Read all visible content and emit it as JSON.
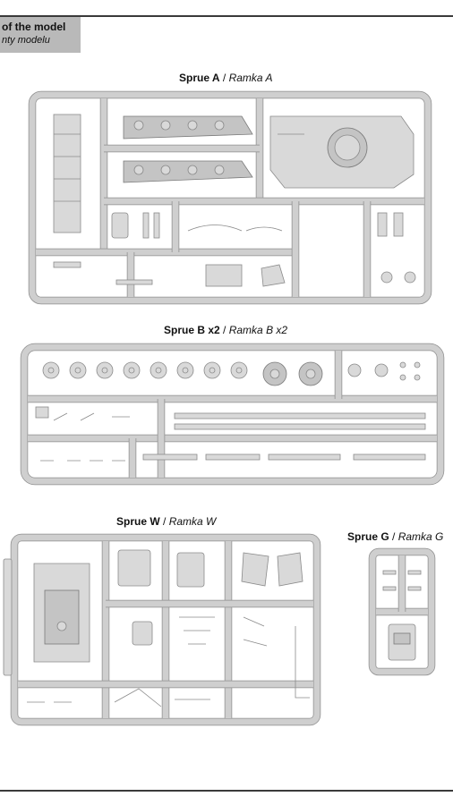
{
  "header": {
    "title": "of the model",
    "subtitle": "nty modelu"
  },
  "sprues": {
    "a": {
      "name": "Sprue A",
      "alt": "Ramka A"
    },
    "b": {
      "name": "Sprue B x2",
      "alt": "Ramka B x2"
    },
    "w": {
      "name": "Sprue W",
      "alt": "Ramka W"
    },
    "g": {
      "name": "Sprue G",
      "alt": "Ramka G"
    }
  },
  "colors": {
    "plastic": "#d2d2d2",
    "outline": "#8a8a8a",
    "header_bg": "#b9b9b9"
  }
}
